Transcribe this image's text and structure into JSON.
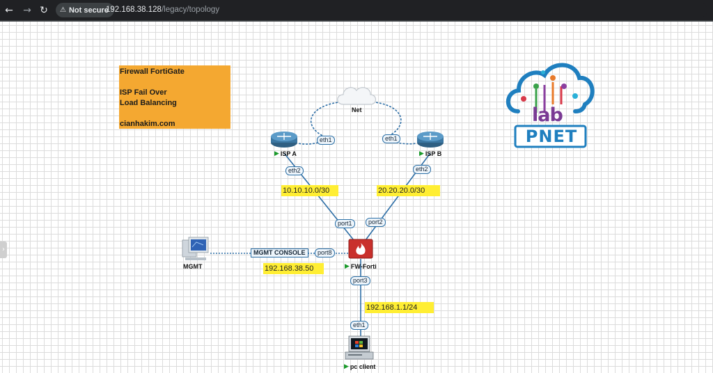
{
  "browser": {
    "security_label": "Not secure",
    "warning_icon": "warning-icon",
    "url_host": "192.168.38.128",
    "url_path": "/legacy/topology"
  },
  "note": {
    "lines": [
      "Firewall FortiGate",
      "",
      "ISP Fail Over",
      "Load Balancing",
      "",
      "cianhakim.com"
    ]
  },
  "nodes": {
    "net": "Net",
    "isp_a": "ISP A",
    "isp_b": "ISP B",
    "firewall": "FW-Forti",
    "mgmt": "MGMT",
    "pc": "pc client"
  },
  "ports": {
    "isp_a_eth1": "eth1",
    "isp_b_eth1": "eth1",
    "isp_a_eth2": "eth2",
    "isp_b_eth2": "eth2",
    "fw_port1": "port1",
    "fw_port2": "port2",
    "fw_port8": "port8",
    "fw_port3": "port3",
    "pc_eth1": "eth1",
    "mgmt_console": "MGMT CONSOLE"
  },
  "subnets": {
    "isp_a": "10.10.10.0/30",
    "isp_b": "20.20.20.0/30",
    "mgmt": "192.168.38.50",
    "lan": "192.168.1.1/24"
  },
  "logo": {
    "letters": "lab",
    "brand": "PNET"
  },
  "colors": {
    "link": "#2d6ea6",
    "note_bg": "#f4a831",
    "highlight": "#ffee33",
    "logo_blue": "#1f7fbf",
    "firewall_red": "#c9302c"
  }
}
